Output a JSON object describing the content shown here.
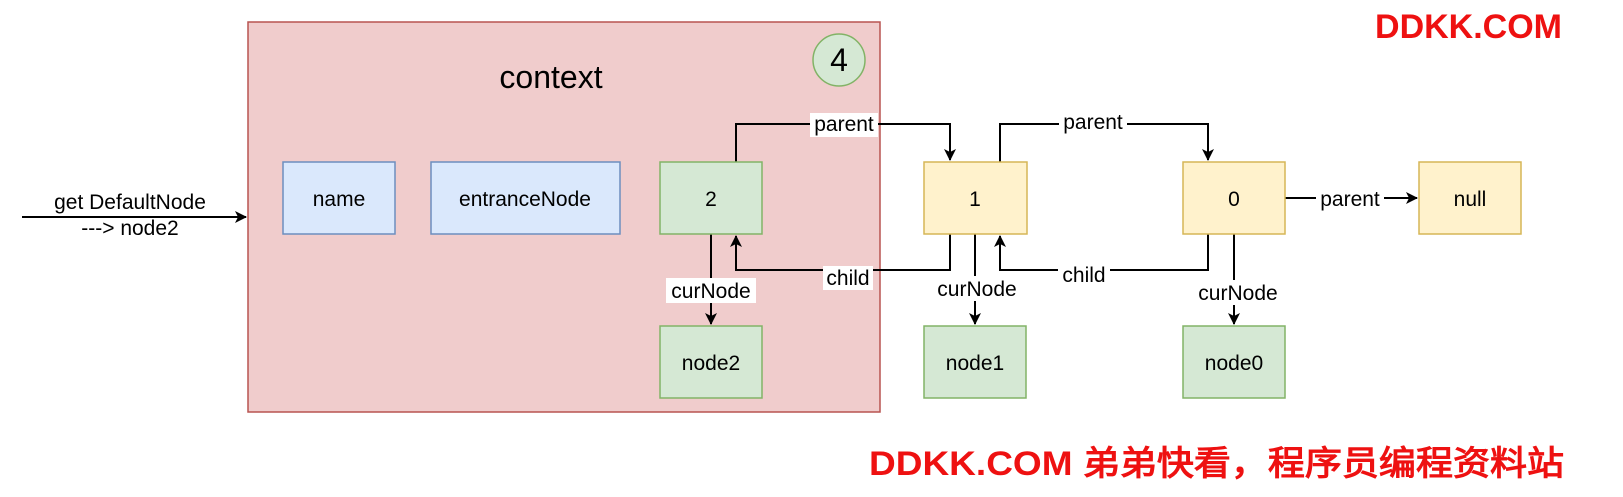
{
  "watermark": {
    "top": "DDKK.COM",
    "bottom": "DDKK.COM 弟弟快看，程序员编程资料站",
    "color": "#ee1111"
  },
  "context": {
    "label": "context",
    "fill": "#f0cccc",
    "stroke": "#b85450",
    "step_badge": "4"
  },
  "incoming_edge": {
    "line1": "get DefaultNode",
    "line2": "---> node2"
  },
  "fields": {
    "name": "name",
    "entrance": "entranceNode"
  },
  "nodes": {
    "n2": "2",
    "n1": "1",
    "n0": "0",
    "null": "null",
    "node2": "node2",
    "node1": "node1",
    "node0": "node0"
  },
  "edges": {
    "parent_2_1": "parent",
    "parent_1_0": "parent",
    "parent_0_null": "parent",
    "child_1_2": "child",
    "child_0_1": "child",
    "curnode_2": "curNode",
    "curnode_1": "curNode",
    "curnode_0": "curNode"
  },
  "colors": {
    "blue_fill": "#dae8fc",
    "blue_stroke": "#6c8ebf",
    "green_fill": "#d5e8d4",
    "green_stroke": "#82b366",
    "yellow_fill": "#fff2cc",
    "yellow_stroke": "#d6b656"
  }
}
